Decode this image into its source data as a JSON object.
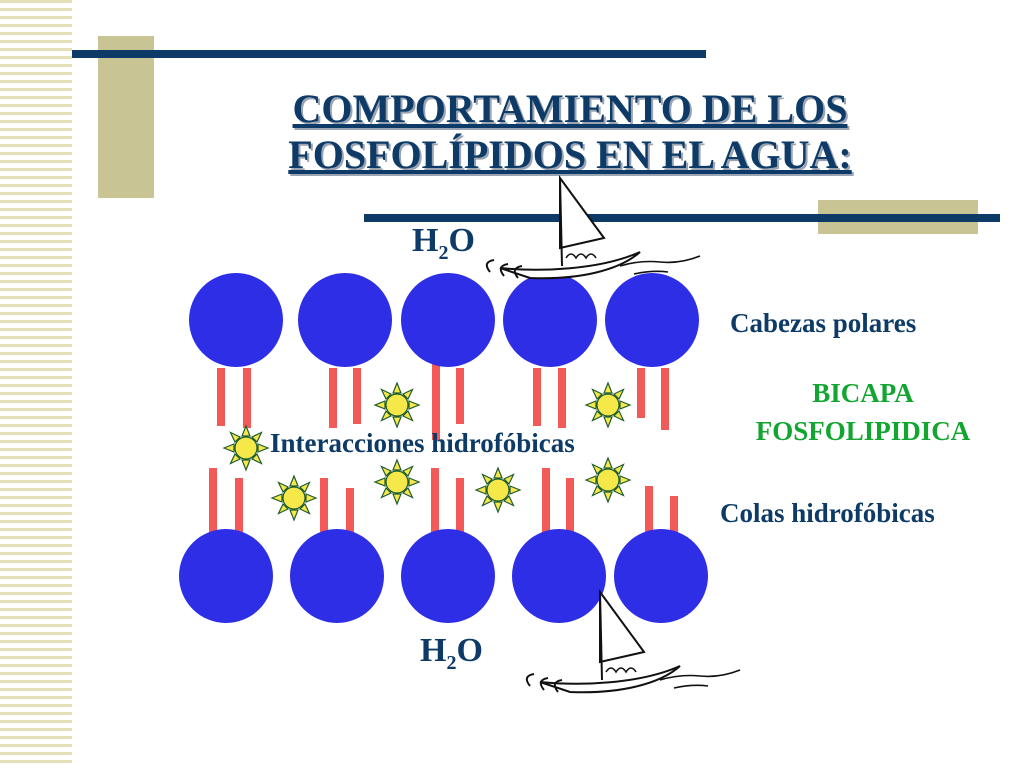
{
  "title": {
    "line1": "COMPORTAMIENTO DE LOS",
    "line2": "FOSFOLÍPIDOS EN EL AGUA:"
  },
  "labels": {
    "water_top": "H",
    "water_sub": "2",
    "water_o": "O",
    "polar_heads": "Cabezas polares",
    "bilayer_line1": "BICAPA",
    "bilayer_line2": "FOSFOLIPIDICA",
    "hydrophobic_tails": "Colas hidrofóbicas",
    "hydrophobic_interactions": "Interacciones hidrofóbicas"
  },
  "colors": {
    "head": "#2e2ee6",
    "tail": "#f25a5a",
    "sun": "#f7e84a",
    "sun_ray": "#1f5c2e",
    "navy": "#0d3a66",
    "green": "#12a530"
  },
  "icons": [
    "sailboat-icon",
    "sun-icon",
    "phospholipid-head-icon"
  ]
}
